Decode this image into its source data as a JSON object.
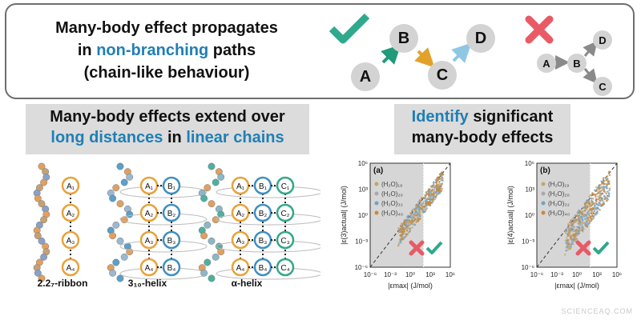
{
  "top": {
    "line1": "Many-body effect propagates",
    "line2_pre": "in ",
    "line2_hl": "non-branching",
    "line2_post": " paths",
    "line3": "(chain-like behaviour)",
    "chain_nodes": [
      "A",
      "B",
      "C",
      "D"
    ],
    "branch_nodes": [
      "A",
      "B",
      "D",
      "C"
    ],
    "check_color": "#2fa98c",
    "cross_color": "#e85a66"
  },
  "left": {
    "title_line1": "Many-body effects extend over",
    "title_l2_a": "long distances",
    "title_l2_b": " in ",
    "title_l2_c": "linear chains",
    "structures": [
      {
        "label": "2.2₇-ribbon",
        "chains": [
          [
            "A₁",
            "A₂",
            "A₃",
            "A₄"
          ]
        ]
      },
      {
        "label": "3₁₀-helix",
        "chains": [
          [
            "A₁",
            "A₂",
            "A₃",
            "A₄"
          ],
          [
            "B₁",
            "B₂",
            "B₃",
            "B₄"
          ]
        ]
      },
      {
        "label": "α-helix",
        "chains": [
          [
            "A₁",
            "A₂",
            "A₃",
            "A₄"
          ],
          [
            "B₁",
            "B₂",
            "B₃",
            "B₄"
          ],
          [
            "C₁",
            "C₂",
            "C₃",
            "C₄"
          ]
        ]
      }
    ]
  },
  "right": {
    "title_hl": "Identify",
    "title_rest": " significant",
    "title_line2": "many-body effects"
  },
  "chart_data": [
    {
      "type": "scatter",
      "panel": "(a)",
      "xlabel": "|εmax| (J/mol)",
      "ylabel": "|ε(3)actual| (J/mol)",
      "xscale": "log",
      "yscale": "log",
      "xlim": [
        1e-06,
        1000000.0
      ],
      "ylim": [
        1e-06,
        1000000.0
      ],
      "xticks": [
        "10⁻⁶",
        "10⁻³",
        "10⁰",
        "10³",
        "10⁶"
      ],
      "yticks": [
        "10⁶",
        "10³",
        "10⁰",
        "10⁻³",
        "10⁻⁶"
      ],
      "series": [
        {
          "name": "(H₂O)₁₉",
          "color": "#c4a56b"
        },
        {
          "name": "(H₂O)₂₀",
          "color": "#a9a9a9"
        },
        {
          "name": "(H₂O)₃₂",
          "color": "#6fa3c7"
        },
        {
          "name": "(H₂O)₄₀",
          "color": "#c98a3c"
        }
      ],
      "shaded_xmax": 100,
      "threshold_x": 100
    },
    {
      "type": "scatter",
      "panel": "(b)",
      "xlabel": "|εmax| (J/mol)",
      "ylabel": "|ε(4)actual| (J/mol)",
      "xscale": "log",
      "yscale": "log",
      "xlim": [
        1e-06,
        1000000.0
      ],
      "ylim": [
        1e-06,
        1000000.0
      ],
      "xticks": [
        "10⁻⁶",
        "10⁻³",
        "10⁰",
        "10³",
        "10⁶"
      ],
      "yticks": [
        "10⁶",
        "10³",
        "10⁰",
        "10⁻³",
        "10⁻⁶"
      ],
      "series": [
        {
          "name": "(H₂O)₁₉",
          "color": "#c4a56b"
        },
        {
          "name": "(H₂O)₂₀",
          "color": "#a9a9a9"
        },
        {
          "name": "(H₂O)₃₂",
          "color": "#6fa3c7"
        },
        {
          "name": "(H₂O)₄₀",
          "color": "#c98a3c"
        }
      ],
      "shaded_xmax": 100,
      "threshold_x": 100
    }
  ],
  "credit": "SCIENCEAQ.COM"
}
